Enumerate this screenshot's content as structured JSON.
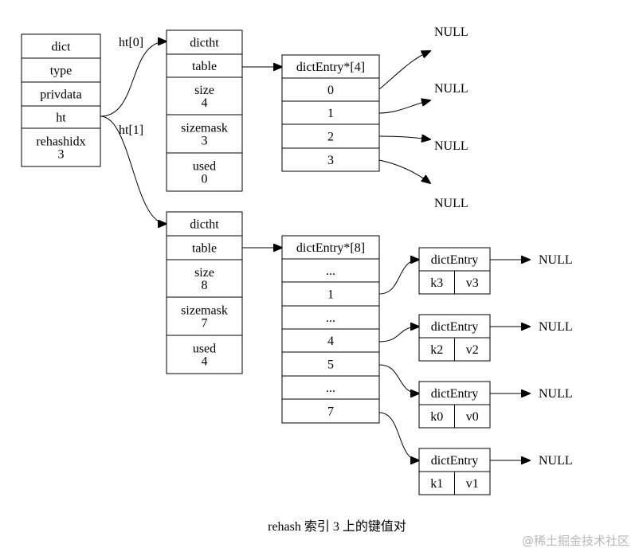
{
  "dict": [
    "dict",
    "type",
    "privdata",
    "ht",
    "rehashidx\n3"
  ],
  "edge_labels": {
    "ht0": "ht[0]",
    "ht1": "ht[1]"
  },
  "ht0": [
    "dictht",
    "table",
    "size\n4",
    "sizemask\n3",
    "used\n0"
  ],
  "ht1": [
    "dictht",
    "table",
    "size\n8",
    "sizemask\n7",
    "used\n4"
  ],
  "arr4": [
    "dictEntry*[4]",
    "0",
    "1",
    "2",
    "3"
  ],
  "arr8": [
    "dictEntry*[8]",
    "...",
    "1",
    "...",
    "4",
    "5",
    "...",
    "7"
  ],
  "entries": [
    {
      "title": "dictEntry",
      "key": "k3",
      "val": "v3"
    },
    {
      "title": "dictEntry",
      "key": "k2",
      "val": "v2"
    },
    {
      "title": "dictEntry",
      "key": "k0",
      "val": "v0"
    },
    {
      "title": "dictEntry",
      "key": "k1",
      "val": "v1"
    }
  ],
  "null_label": "NULL",
  "caption": "rehash 索引 3 上的键值对",
  "watermark": "@稀土掘金技术社区"
}
